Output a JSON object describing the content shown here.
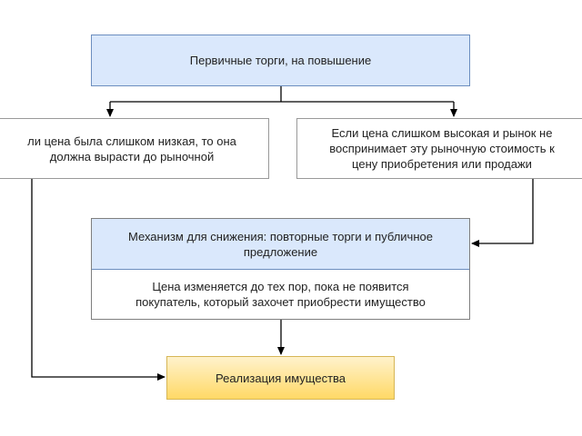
{
  "nodes": {
    "top": "Первичные торги, на повышение",
    "left": "ли цена была слишком низкая, то она\nдолжна вырасти до рыночной",
    "right": "Если цена слишком высокая и рынок не\nвоспринимает эту рыночную стоимость к\nцену приобретения или продажи",
    "mechanism_head": "Механизм для снижения: повторные торги и публичное\nпредложение",
    "mechanism_body": "Цена изменяется до тех пор, пока не появится\nпокупатель, который захочет приобрести имущество",
    "bottom": "Реализация имущества"
  },
  "colors": {
    "blue_fill": "#dae8fc",
    "blue_stroke": "#6c8ebf",
    "yellow_fill_top": "#fff2cc",
    "yellow_fill_bottom": "#ffd966",
    "edge": "#000000"
  }
}
